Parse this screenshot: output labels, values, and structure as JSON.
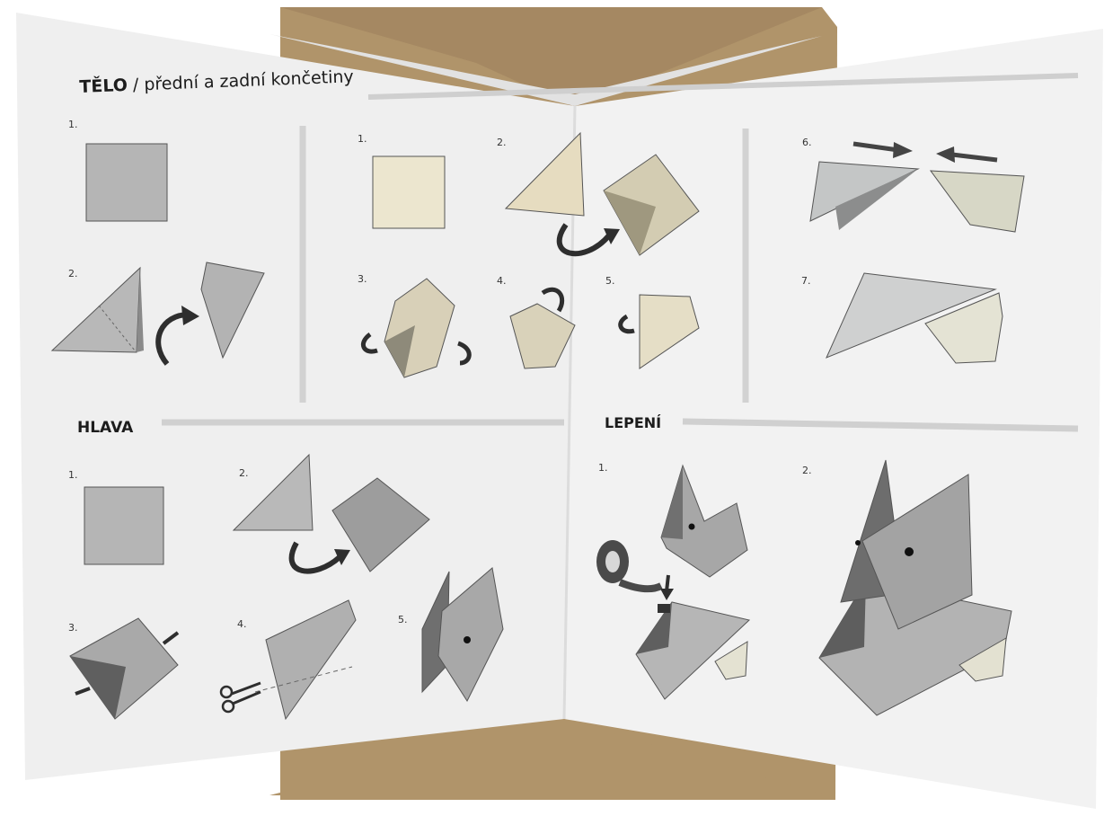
{
  "sections": {
    "telo": {
      "title_bold": "TĚLO",
      "title_rest": " / přední a zadní končetiny"
    },
    "hlava": {
      "title": "HLAVA"
    },
    "lepeni": {
      "title": "LEPENÍ"
    }
  },
  "step_labels": {
    "telo_front": [
      "1.",
      "2."
    ],
    "telo_middle": [
      "1.",
      "2.",
      "3.",
      "4.",
      "5."
    ],
    "telo_right": [
      "6.",
      "7."
    ],
    "hlava": [
      "1.",
      "2.",
      "3.",
      "4.",
      "5."
    ],
    "lepeni": [
      "1.",
      "2."
    ]
  },
  "colors": {
    "cardboard": "#b0946a",
    "paper": "#efefef",
    "divider": "#c9c9c9",
    "gray_paper": "#b9b9b9",
    "cream_paper": "#e9e2cc",
    "arrow": "#2e2e2e"
  }
}
